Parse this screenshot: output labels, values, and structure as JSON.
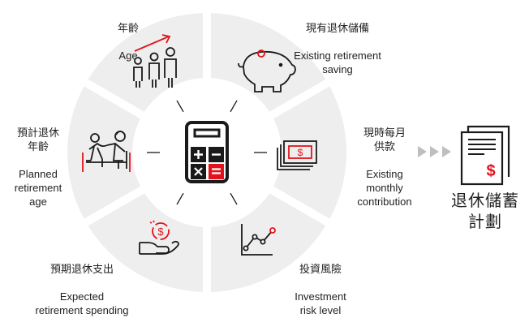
{
  "segments": [
    {
      "zh": "年齡",
      "en": "Age",
      "icon": "people-growth-icon"
    },
    {
      "zh": "現有退休儲備",
      "en": "Existing retirement\nsaving",
      "icon": "piggy-bank-icon"
    },
    {
      "zh": "現時每月\n供款",
      "en": "Existing\nmonthly\ncontribution",
      "icon": "money-stack-icon"
    },
    {
      "zh": "投資風險",
      "en": "Investment\nrisk level",
      "icon": "line-chart-icon"
    },
    {
      "zh": "預期退休支出",
      "en": "Expected\nretirement spending",
      "icon": "hand-coin-icon"
    },
    {
      "zh": "預計退休\n年齡",
      "en": "Planned\nretirement\nage",
      "icon": "elderly-couple-icon"
    }
  ],
  "center": {
    "icon": "calculator-icon"
  },
  "arrows": {
    "icon": "triple-arrow-icon"
  },
  "result": {
    "line1": "退休儲蓄",
    "line2": "計劃",
    "icon": "plan-document-icon"
  },
  "colors": {
    "segment": "#eeeeee",
    "accent": "#e3131b",
    "stroke": "#1a1a1a",
    "arrow": "#bfbfbf"
  }
}
